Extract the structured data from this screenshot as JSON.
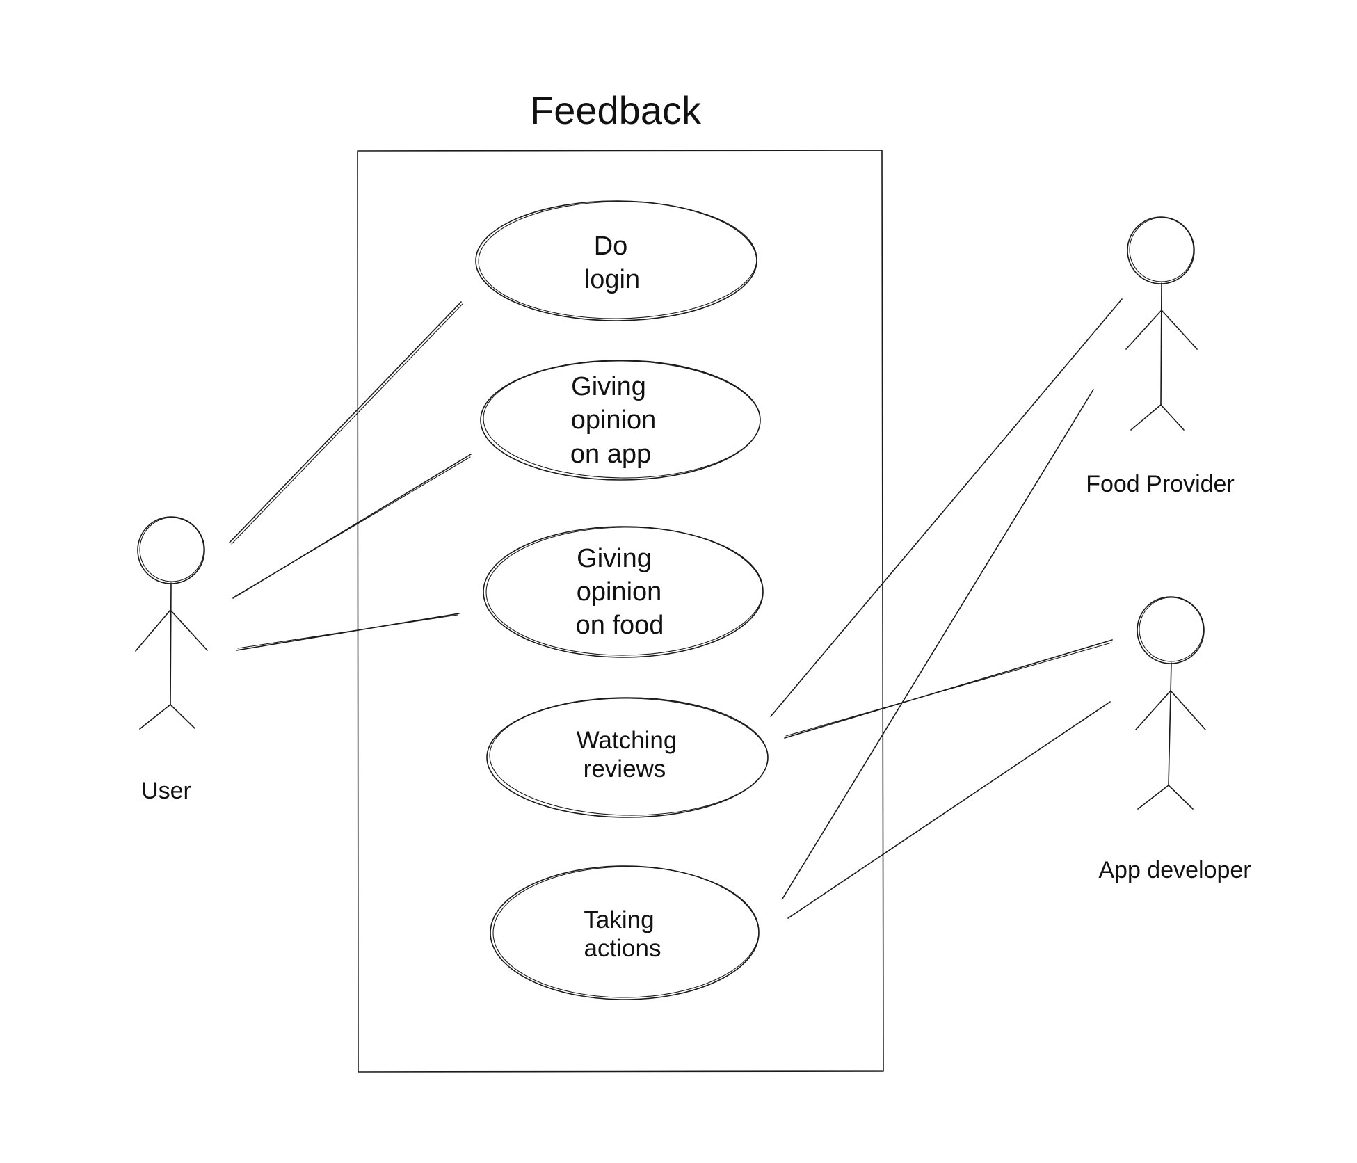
{
  "system": {
    "title": "Feedback"
  },
  "use_cases": [
    {
      "id": "do-login",
      "lines": [
        "Do",
        "login"
      ]
    },
    {
      "id": "giving-opinion-on-app",
      "lines": [
        "Giving",
        "opinion",
        "on app"
      ]
    },
    {
      "id": "giving-opinion-on-food",
      "lines": [
        "Giving",
        "opinion",
        "on food"
      ]
    },
    {
      "id": "watching-reviews",
      "lines": [
        "Watching",
        "reviews"
      ]
    },
    {
      "id": "taking-actions",
      "lines": [
        "Taking",
        "actions"
      ]
    }
  ],
  "actors": [
    {
      "id": "user",
      "label": "User"
    },
    {
      "id": "food-provider",
      "label": "Food Provider"
    },
    {
      "id": "app-developer",
      "label": "App developer"
    }
  ],
  "associations": [
    {
      "actor": "user",
      "use_case": "do-login"
    },
    {
      "actor": "user",
      "use_case": "giving-opinion-on-app"
    },
    {
      "actor": "user",
      "use_case": "giving-opinion-on-food"
    },
    {
      "actor": "food-provider",
      "use_case": "watching-reviews"
    },
    {
      "actor": "food-provider",
      "use_case": "taking-actions"
    },
    {
      "actor": "app-developer",
      "use_case": "watching-reviews"
    },
    {
      "actor": "app-developer",
      "use_case": "taking-actions"
    }
  ]
}
